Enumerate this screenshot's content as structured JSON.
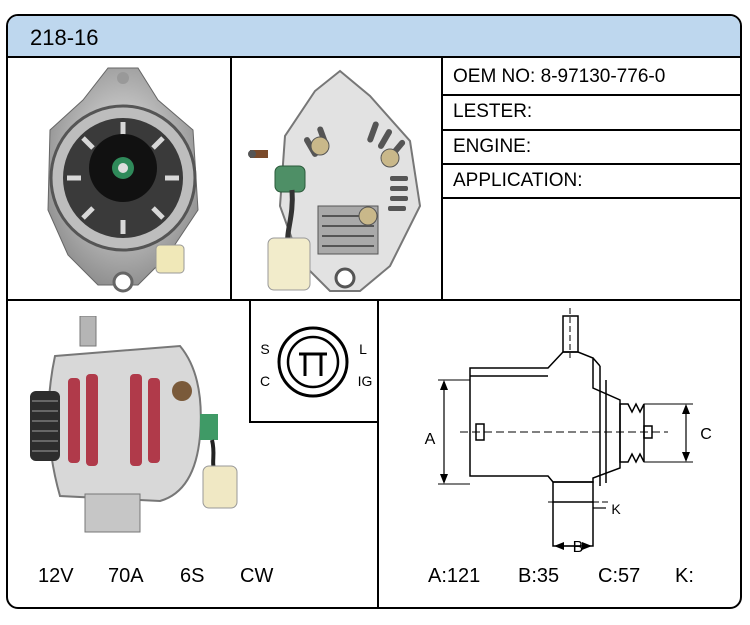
{
  "header": {
    "model": "218-16"
  },
  "info": {
    "oem_label": "OEM NO:",
    "oem_value": "8-97130-776-0",
    "lester_label": "LESTER:",
    "engine_label": "ENGINE:",
    "application_label": "APPLICATION:"
  },
  "connector": {
    "s": "S",
    "c": "C",
    "l": "L",
    "ig": "IG"
  },
  "specs": {
    "voltage": "12V",
    "amperage": "70A",
    "pulley": "6S",
    "rotation": "CW"
  },
  "dimensions_diagram": {
    "a": "A",
    "b": "B",
    "c": "C",
    "k": "K"
  },
  "dimensions": {
    "a": "A:121",
    "b": "B:35",
    "c": "C:57",
    "k": "K:"
  }
}
